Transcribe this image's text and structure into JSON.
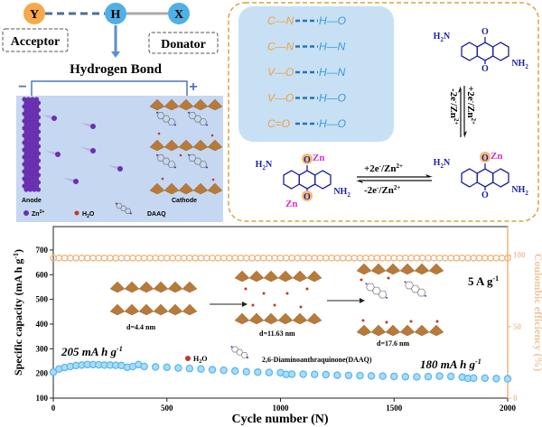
{
  "scheme": {
    "nodes": {
      "acceptor_atom": "Y",
      "hydrogen_atom": "H",
      "donor_atom": "X"
    },
    "acceptor_label": "Acceptor",
    "donator_label": "Donator",
    "title": "Hydrogen Bond",
    "minus": "−",
    "plus": "+"
  },
  "battery": {
    "anode_label": "Anode",
    "cathode_label": "Cathode",
    "legend": {
      "zn_base": "Zn",
      "zn_sup": "2+",
      "h2o_base": "H",
      "h2o_sub": "2",
      "h2o_tail": "O",
      "daaq": "DAAQ"
    }
  },
  "hbonds": [
    {
      "left": "C—N",
      "right": "H—O"
    },
    {
      "left": "C—N",
      "right": "H—N"
    },
    {
      "left": "V—O",
      "right": "H—N"
    },
    {
      "left": "V—O",
      "right": "H—O"
    },
    {
      "left": "C=O",
      "right": "H—O"
    }
  ],
  "reaction": {
    "h2n": "H",
    "h2n_sub": "2",
    "h2n_tail": "N",
    "nh2": "NH",
    "nh2_sub": "2",
    "o": "O",
    "zn": "Zn",
    "fwd": "+2e",
    "rev": "-2e",
    "e_sup": "-",
    "zn_frac": "/Zn",
    "zn_sup": "2+"
  },
  "colors": {
    "acceptor": "#f5a94a",
    "hydrogen": "#4fb0e6",
    "capacity": "#5bb8ee",
    "ce": "#f0b27a",
    "molecule": "#1b1f9e",
    "zn": "#d42fc8",
    "frame": "#d9a441"
  },
  "chart_data": {
    "type": "scatter",
    "xlabel": "Cycle number (N)",
    "ylabel_base": "Specific capacity (mA h g",
    "ylabel_sup": "-1",
    "ylabel_tail": ")",
    "y2label": "Coulombic efficiency (%)",
    "xlim": [
      0,
      2000
    ],
    "ylim": [
      100,
      795
    ],
    "y2lim": [
      0,
      120
    ],
    "xticks": [
      "0",
      "500",
      "1000",
      "1500",
      "2000"
    ],
    "yticks": [
      "100",
      "200",
      "300",
      "400",
      "500",
      "600",
      "700"
    ],
    "y2ticks": [
      "0",
      "50",
      "100"
    ],
    "current_density": "5 A g",
    "current_sup": "-1",
    "annotations": {
      "start": "205 mA h g",
      "end": "180 mA h g",
      "sup": "-1"
    },
    "inset": {
      "d1": "d=4.4 nm",
      "d2": "d=11.63 nm",
      "d3": "d=17.6 nm",
      "h2o_base": "H",
      "h2o_sub": "2",
      "h2o_tail": "O",
      "daaq": "2,6-Diaminoanthraquinone(DAAQ)"
    },
    "series": [
      {
        "name": "Specific capacity",
        "axis": "left",
        "x": [
          0,
          25,
          50,
          75,
          100,
          125,
          150,
          175,
          200,
          225,
          250,
          275,
          300,
          325,
          350,
          375,
          400,
          450,
          500,
          550,
          600,
          650,
          700,
          750,
          800,
          850,
          900,
          950,
          1000,
          1025,
          1050,
          1100,
          1150,
          1200,
          1250,
          1300,
          1350,
          1400,
          1450,
          1500,
          1550,
          1600,
          1650,
          1700,
          1750,
          1800,
          1825,
          1850,
          1900,
          1950,
          2000
        ],
        "y": [
          205,
          218,
          224,
          228,
          232,
          234,
          236,
          236,
          235,
          234,
          234,
          233,
          232,
          225,
          228,
          236,
          228,
          226,
          225,
          222,
          220,
          218,
          215,
          213,
          210,
          207,
          205,
          204,
          203,
          196,
          197,
          197,
          196,
          195,
          193,
          192,
          191,
          190,
          189,
          188,
          187,
          186,
          187,
          189,
          188,
          185,
          180,
          181,
          181,
          179,
          178
        ]
      },
      {
        "name": "Coulombic efficiency",
        "axis": "right",
        "x_step": 25,
        "y_const": 98
      }
    ]
  }
}
